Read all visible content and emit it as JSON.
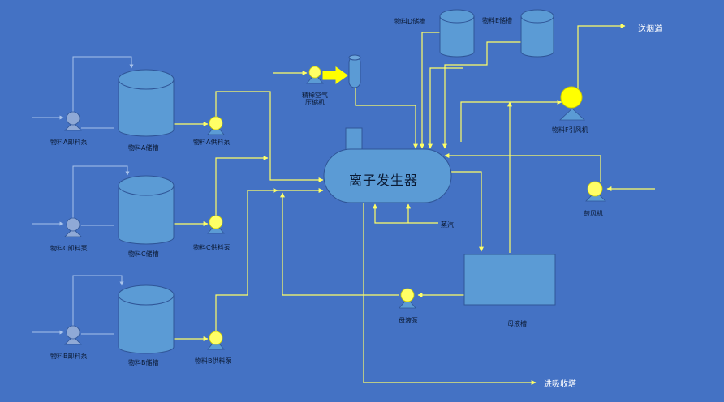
{
  "diagram": {
    "generator": "离子发生器",
    "tanks": {
      "a": "物料A储槽",
      "c": "物料C储槽",
      "b": "物料B储槽",
      "d": "物料D储槽",
      "e": "物料E储槽",
      "mother": "母液槽"
    },
    "pumps": {
      "a_feed": "物料A卸料泵",
      "c_feed": "物料C卸料泵",
      "b_feed": "物料B卸料泵",
      "a_supply": "物料A供料泵",
      "c_supply": "物料C供料泵",
      "b_supply": "物料B供料泵",
      "mother": "母液泵"
    },
    "compressor": [
      "精稀空气",
      "压缩机"
    ],
    "fans": {
      "induced": "物料F引风机",
      "blower": "鼓风机"
    },
    "steam": "蒸汽",
    "destinations": {
      "flue": "送烟道",
      "absorber": "进吸收塔"
    },
    "colors": {
      "background": "#4472c4",
      "equipment_fill": "#5b9bd5",
      "pump_body": "#ffff66",
      "pipe": "#ffff66",
      "thin_pipe": "#a9c3ea"
    }
  }
}
